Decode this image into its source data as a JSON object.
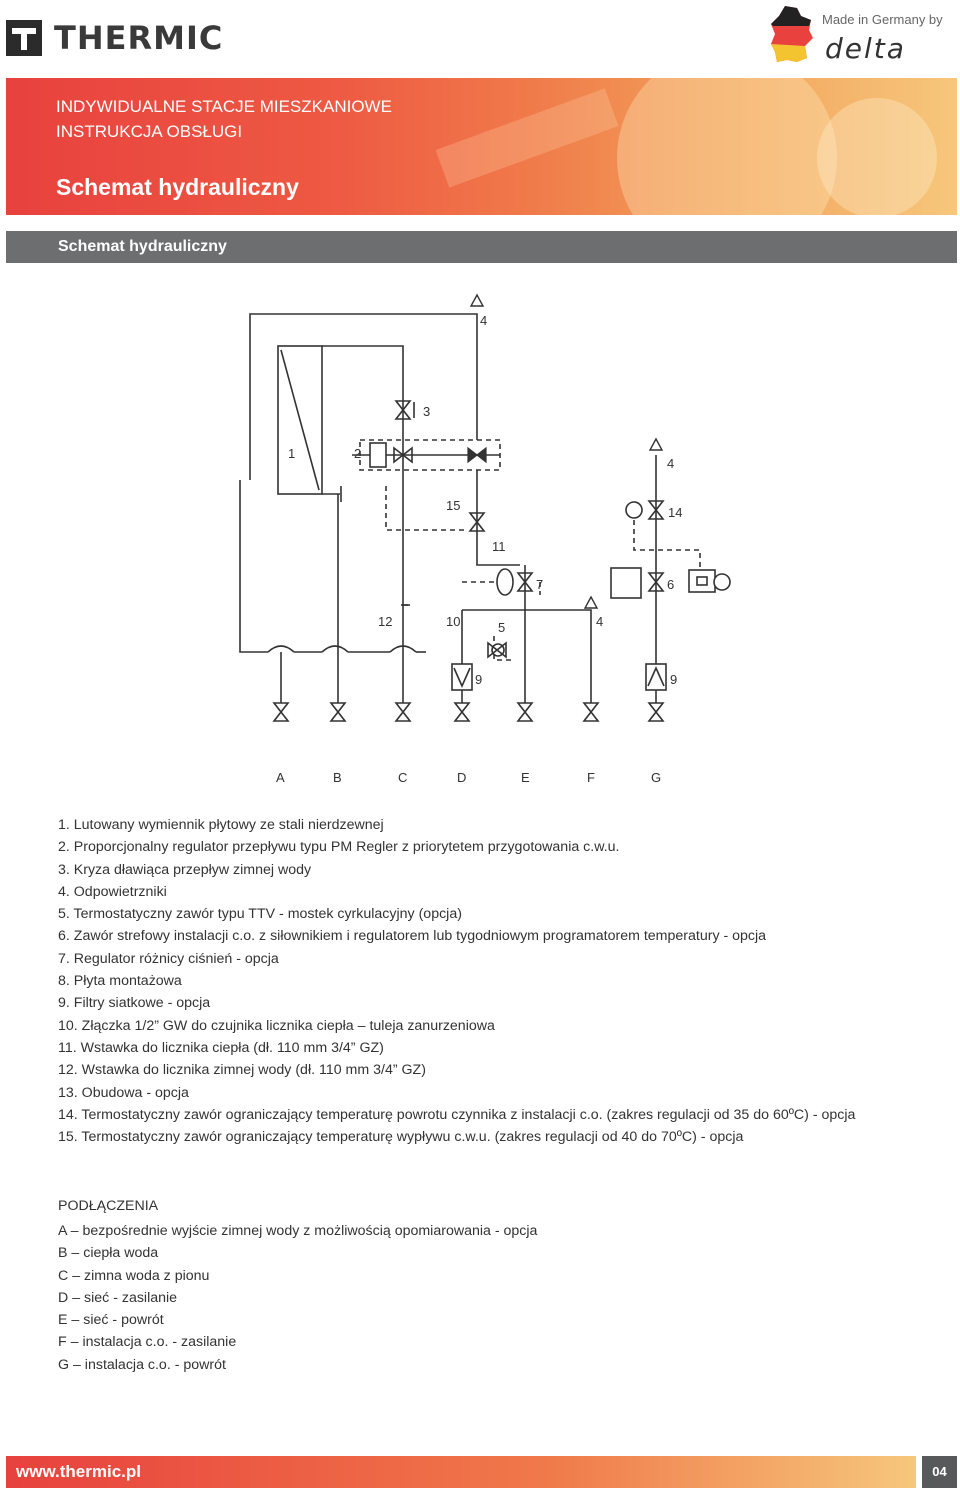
{
  "header": {
    "brand": "THERMIC",
    "made_in": "Made in Germany by",
    "partner": "delta"
  },
  "banner": {
    "line1": "INDYWIDUALNE STACJE MIESZKANIOWE",
    "line2": "INSTRUKCJA OBSŁUGI",
    "title": "Schemat hydrauliczny"
  },
  "section": {
    "title": "Schemat hydrauliczny"
  },
  "diagram": {
    "labels": {
      "n1": "1",
      "n2": "2",
      "n3": "3",
      "n4a": "4",
      "n4b": "4",
      "n4c": "4",
      "n5": "5",
      "n6": "6",
      "n7": "7",
      "n9a": "9",
      "n9b": "9",
      "n10": "10",
      "n11": "11",
      "n12": "12",
      "n14": "14",
      "n15": "15"
    },
    "connections": [
      "A",
      "B",
      "C",
      "D",
      "E",
      "F",
      "G"
    ]
  },
  "legend": [
    "1. Lutowany wymiennik płytowy ze stali nierdzewnej",
    "2. Proporcjonalny regulator przepływu typu PM Regler z priorytetem przygotowania c.w.u.",
    "3. Kryza dławiąca przepływ zimnej wody",
    "4. Odpowietrzniki",
    "5. Termostatyczny zawór typu TTV - mostek cyrkulacyjny (opcja)",
    "6. Zawór strefowy instalacji c.o. z siłownikiem i regulatorem lub tygodniowym programatorem temperatury - opcja",
    "7. Regulator różnicy ciśnień - opcja",
    "8. Płyta montażowa",
    "9. Filtry siatkowe - opcja",
    "10. Złączka 1/2” GW do czujnika licznika ciepła – tuleja zanurzeniowa",
    "11. Wstawka do licznika ciepła (dł. 110 mm 3/4” GZ)",
    "12. Wstawka do licznika zimnej wody (dł. 110 mm 3/4” GZ)",
    "13. Obudowa - opcja",
    "14. Termostatyczny zawór ograniczający temperaturę powrotu czynnika z instalacji c.o. (zakres regulacji od 35 do 60ºC) - opcja",
    "15. Termostatyczny zawór ograniczający temperaturę wypływu c.w.u. (zakres regulacji od 40 do 70ºC) - opcja"
  ],
  "connections": {
    "title": "PODŁĄCZENIA",
    "items": [
      "A – bezpośrednie wyjście zimnej wody z możliwością opomiarowania - opcja",
      "B – ciepła woda",
      "C – zimna woda z pionu",
      "D – sieć - zasilanie",
      "E – sieć - powrót",
      "F – instalacja c.o. - zasilanie",
      "G – instalacja c.o. - powrót"
    ]
  },
  "footer": {
    "url": "www.thermic.pl",
    "page": "04"
  }
}
